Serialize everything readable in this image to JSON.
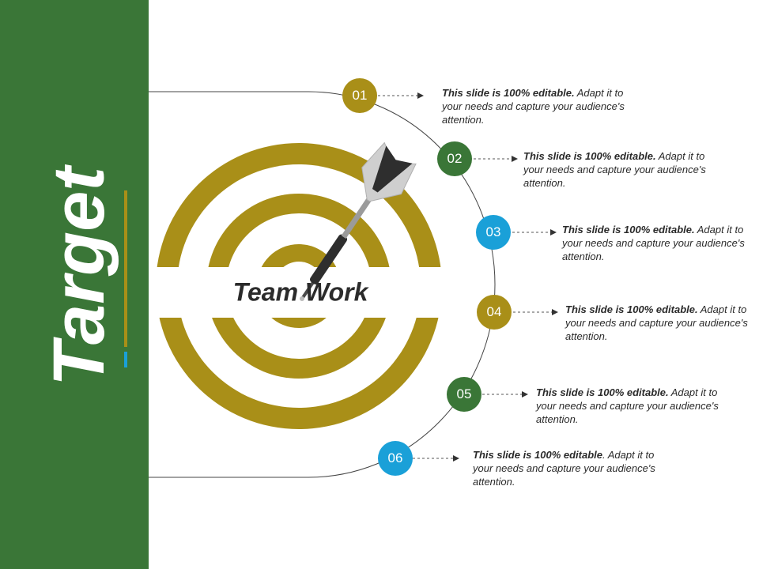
{
  "slide": {
    "title": "Target",
    "center_label": "Team Work"
  },
  "colors": {
    "sidebar": "#3a7637",
    "gold": "#a98f18",
    "green": "#3a7637",
    "blue": "#1aa0d8",
    "text": "#2a2a2a"
  },
  "icons": [
    "target-icon",
    "dart-icon"
  ],
  "steps": [
    {
      "number": "01",
      "bold": "This slide is 100% editable.",
      "text": " Adapt it to your needs and capture your audience's attention.",
      "color": "#a98f18"
    },
    {
      "number": "02",
      "bold": "This slide is 100% editable.",
      "text": " Adapt it to your needs and capture your audience's attention.",
      "color": "#3a7637"
    },
    {
      "number": "03",
      "bold": "This slide is 100% editable.",
      "text": " Adapt it to your needs and capture your audience's attention.",
      "color": "#1aa0d8"
    },
    {
      "number": "04",
      "bold": "This slide is 100% editable.",
      "text": " Adapt it to your needs and capture your audience's attention.",
      "color": "#a98f18"
    },
    {
      "number": "05",
      "bold": "This slide is 100% editable.",
      "text": " Adapt it to your needs and capture your audience's attention.",
      "color": "#3a7637"
    },
    {
      "number": "06",
      "bold": "This slide is 100% editable",
      "text": ". Adapt it to your needs and capture your audience's attention.",
      "color": "#1aa0d8"
    }
  ]
}
